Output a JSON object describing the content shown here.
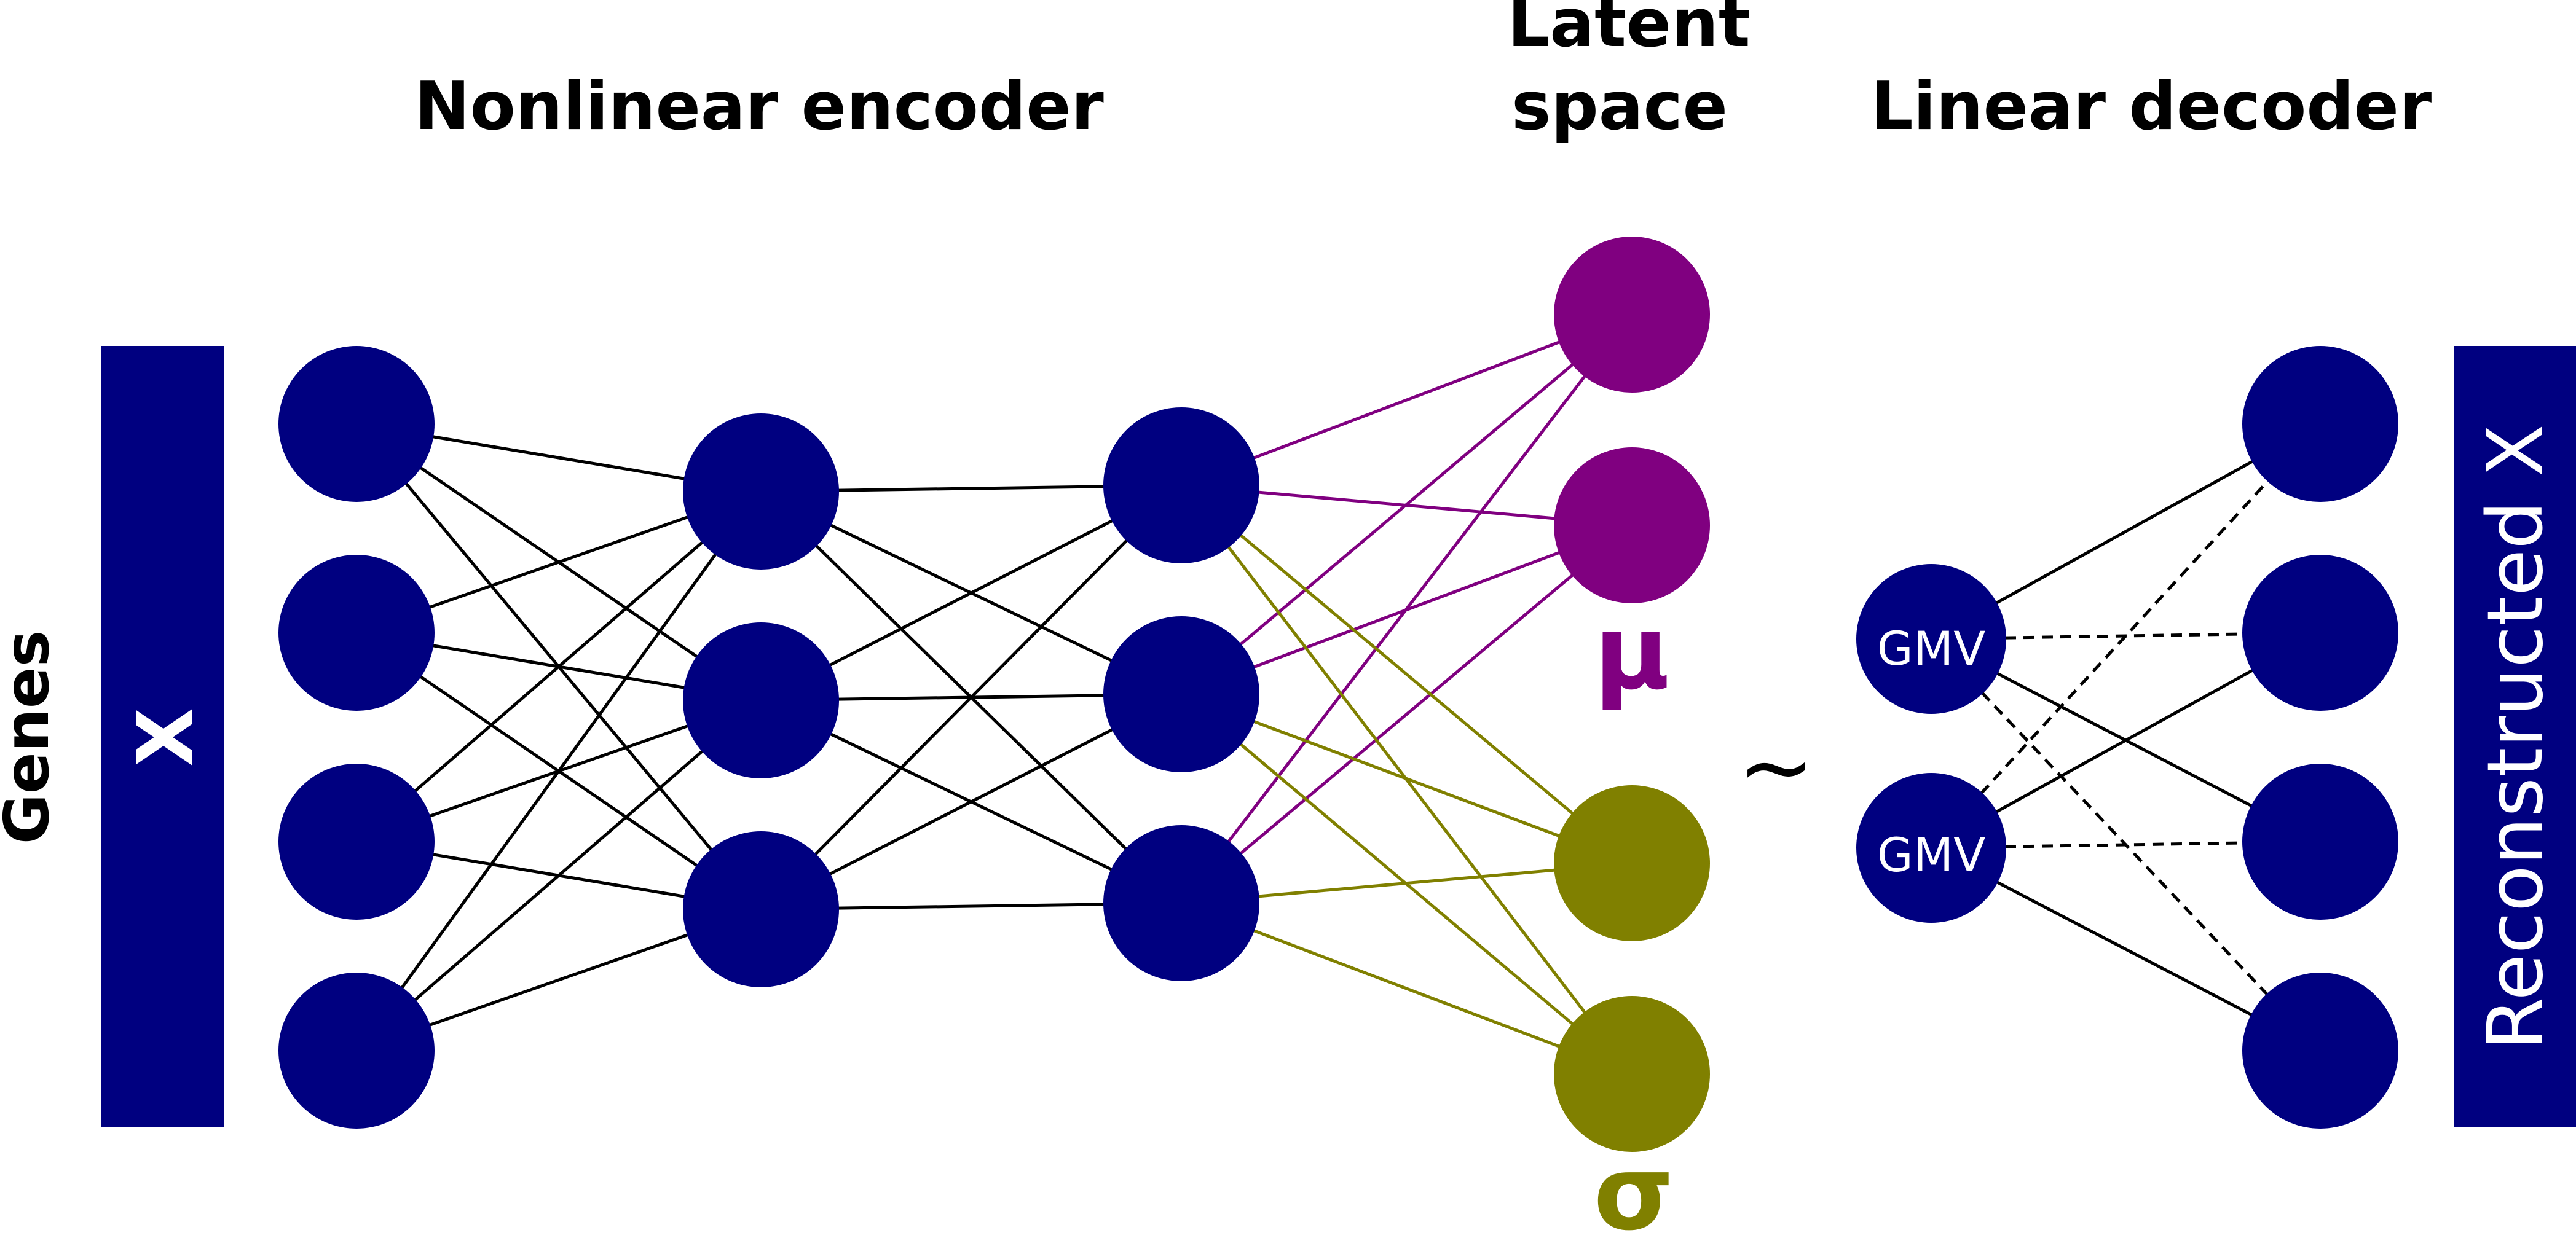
{
  "titles": {
    "encoder": "Nonlinear encoder",
    "latent_line1": "Latent",
    "latent_line2": "space",
    "decoder": "Linear decoder"
  },
  "input": {
    "side_label": "Genes",
    "bar_label": "X"
  },
  "output": {
    "bar_label": "Reconstructed X"
  },
  "latent": {
    "mu_symbol": "μ",
    "sigma_symbol": "σ",
    "sample_symbol": "~"
  },
  "decoder_nodes": [
    "GMV",
    "GMV"
  ],
  "colors": {
    "node": "#000080",
    "mu": "#800080",
    "sigma": "#808000",
    "edge": "#000000",
    "background": "#ffffff"
  }
}
